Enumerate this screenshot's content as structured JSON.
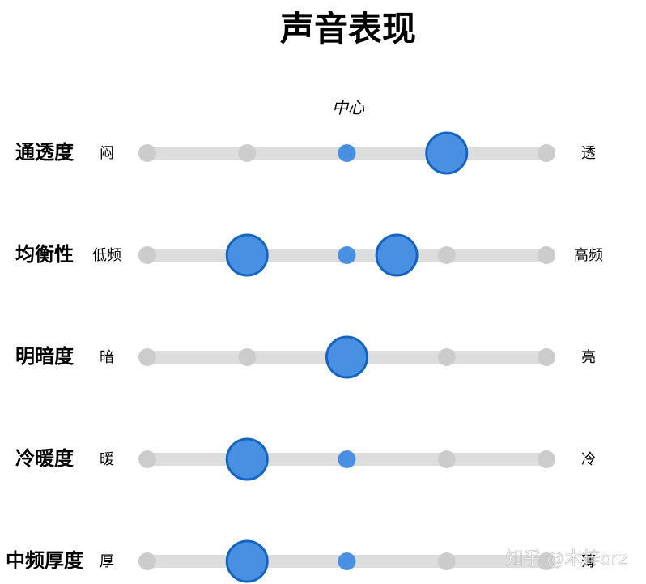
{
  "chart_data": {
    "type": "scatter",
    "title": "声音表现",
    "center_label": "中心",
    "positions": 5,
    "rows": [
      {
        "label": "通透度",
        "left": "闷",
        "right": "透",
        "selected": [
          4
        ]
      },
      {
        "label": "均衡性",
        "left": "低频",
        "right": "高频",
        "selected": [
          2,
          3.5
        ]
      },
      {
        "label": "明暗度",
        "left": "暗",
        "right": "亮",
        "selected": [
          3
        ]
      },
      {
        "label": "冷暖度",
        "left": "暖",
        "right": "冷",
        "selected": [
          2
        ]
      },
      {
        "label": "中频厚度",
        "left": "厚",
        "right": "薄",
        "selected": [
          2
        ]
      }
    ],
    "colors": {
      "track": "#dddddd",
      "dot": "#cccccc",
      "center_dot": "#4a90e2",
      "selected_fill": "#4a90e2",
      "selected_stroke": "#1565c0"
    }
  },
  "watermark": "知乎 @木梓orz"
}
